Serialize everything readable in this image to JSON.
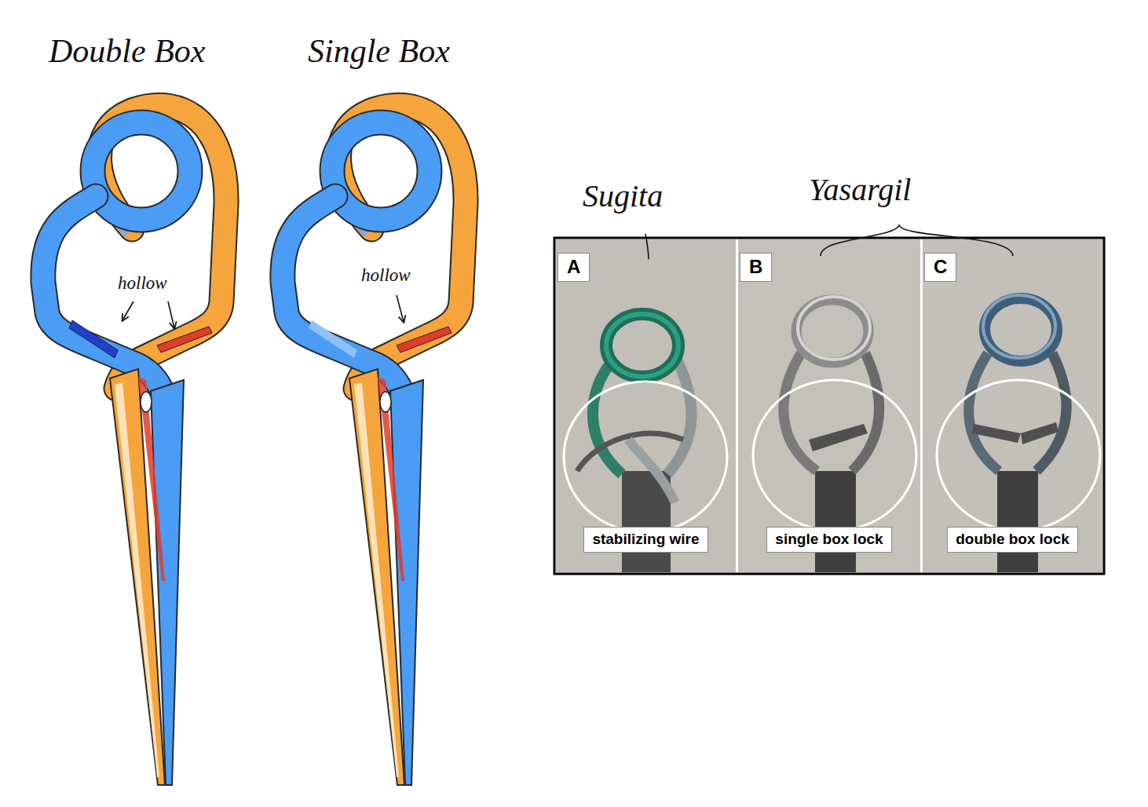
{
  "diagram": {
    "nodes": [
      {
        "text": [
          "A",
          "stabilizing wire"
        ]
      },
      {
        "text": [
          "B",
          "single box lock"
        ]
      },
      {
        "text": [
          "C",
          "double box lock"
        ]
      }
    ],
    "labels": [
      "Double Box",
      "Single Box",
      "hollow",
      "hollow",
      "Sugita",
      "Yasargil"
    ]
  }
}
